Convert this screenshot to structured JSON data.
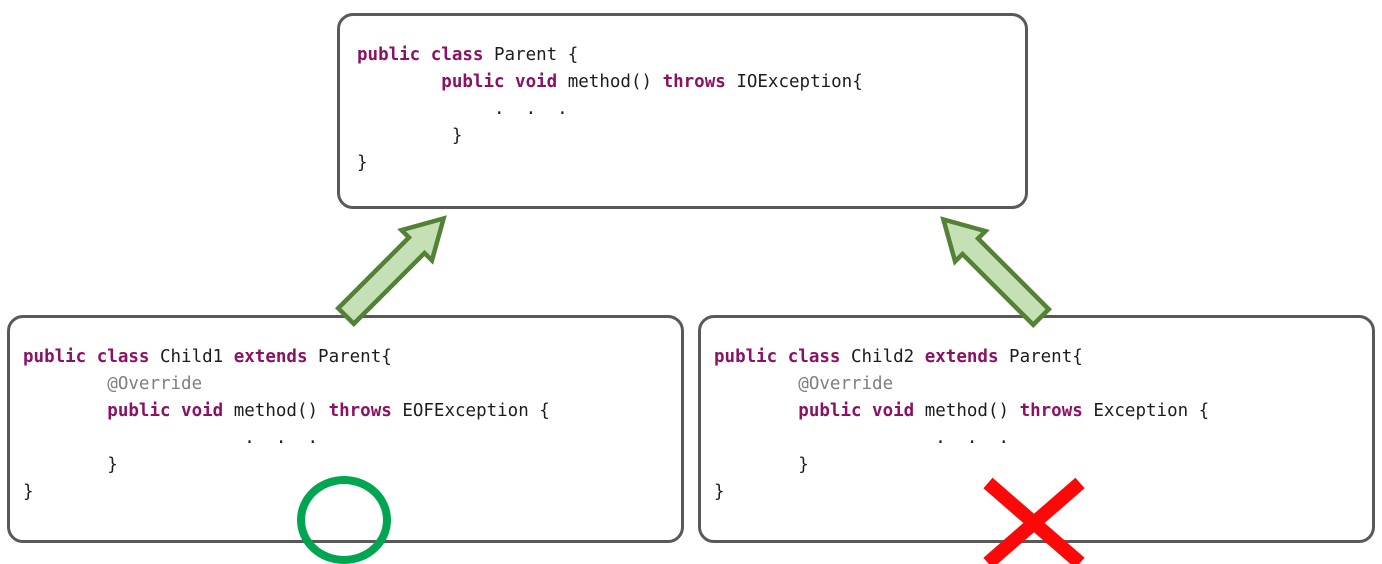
{
  "colors": {
    "background": "#ffffff",
    "box_border": "#595959",
    "keyword": "#8c1164",
    "plain_text": "#1c1c1c",
    "annotation_gray": "#7f7f7f",
    "arrow_fill": "#c5e0b4",
    "arrow_stroke": "#538135",
    "ok_green": "#00a550",
    "error_red": "#fb0808"
  },
  "icons": {
    "child1_marker": "ok-circle-icon",
    "child2_marker": "error-cross-icon",
    "left_arrow": "inheritance-arrow-icon",
    "right_arrow": "inheritance-arrow-icon"
  },
  "boxes": {
    "parent": {
      "class_name": "Parent",
      "lines": [
        {
          "tokens": [
            {
              "s": "kw",
              "t": "public class"
            },
            {
              "s": "p",
              "t": " Parent {"
            }
          ]
        },
        {
          "tokens": [
            {
              "s": "p",
              "t": "        "
            },
            {
              "s": "kw",
              "t": "public void"
            },
            {
              "s": "p",
              "t": " method() "
            },
            {
              "s": "kw",
              "t": "throws"
            },
            {
              "s": "p",
              "t": " IOException{"
            }
          ]
        },
        {
          "tokens": [
            {
              "s": "p",
              "t": "             .  .  ."
            }
          ]
        },
        {
          "tokens": [
            {
              "s": "p",
              "t": "         }"
            }
          ]
        },
        {
          "tokens": [
            {
              "s": "p",
              "t": "}"
            }
          ]
        }
      ]
    },
    "child1": {
      "class_name": "Child1",
      "lines": [
        {
          "tokens": [
            {
              "s": "kw",
              "t": "public class"
            },
            {
              "s": "p",
              "t": " Child1 "
            },
            {
              "s": "kw",
              "t": "extends"
            },
            {
              "s": "p",
              "t": " Parent{"
            }
          ]
        },
        {
          "tokens": [
            {
              "s": "p",
              "t": "        "
            },
            {
              "s": "gr",
              "t": "@Override"
            }
          ]
        },
        {
          "tokens": [
            {
              "s": "p",
              "t": "        "
            },
            {
              "s": "kw",
              "t": "public void"
            },
            {
              "s": "p",
              "t": " method() "
            },
            {
              "s": "kw",
              "t": "throws"
            },
            {
              "s": "p",
              "t": " EOFException {"
            }
          ]
        },
        {
          "tokens": [
            {
              "s": "p",
              "t": "                     .  .  ."
            }
          ]
        },
        {
          "tokens": [
            {
              "s": "p",
              "t": "        }"
            }
          ]
        },
        {
          "tokens": [
            {
              "s": "p",
              "t": "}"
            }
          ]
        }
      ]
    },
    "child2": {
      "class_name": "Child2",
      "lines": [
        {
          "tokens": [
            {
              "s": "kw",
              "t": "public class"
            },
            {
              "s": "p",
              "t": " Child2 "
            },
            {
              "s": "kw",
              "t": "extends"
            },
            {
              "s": "p",
              "t": " Parent{"
            }
          ]
        },
        {
          "tokens": [
            {
              "s": "p",
              "t": "        "
            },
            {
              "s": "gr",
              "t": "@Override"
            }
          ]
        },
        {
          "tokens": [
            {
              "s": "p",
              "t": "        "
            },
            {
              "s": "kw",
              "t": "public void"
            },
            {
              "s": "p",
              "t": " method() "
            },
            {
              "s": "kw",
              "t": "throws"
            },
            {
              "s": "p",
              "t": " Exception {"
            }
          ]
        },
        {
          "tokens": [
            {
              "s": "p",
              "t": "                     .  .  ."
            }
          ]
        },
        {
          "tokens": [
            {
              "s": "p",
              "t": "        }"
            }
          ]
        },
        {
          "tokens": [
            {
              "s": "p",
              "t": "}"
            }
          ]
        }
      ]
    }
  }
}
